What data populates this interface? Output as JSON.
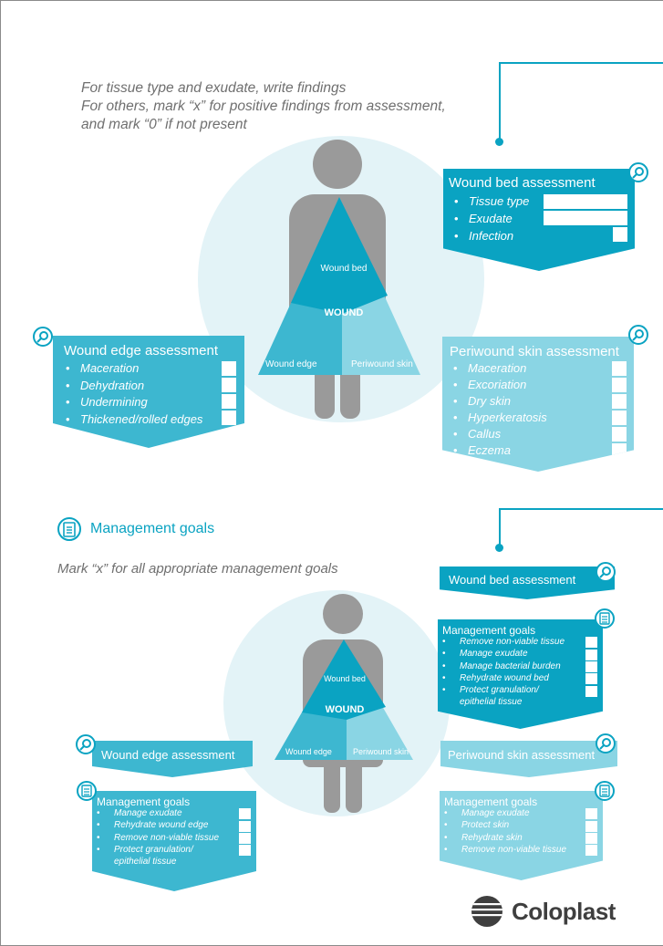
{
  "instructions": {
    "line1": "For tissue type and exudate, write findings",
    "line2": "For others, mark “x” for positive findings from assessment,",
    "line3": "and mark “0” if not present"
  },
  "diagram1": {
    "wound_bed": "Wound bed",
    "wound": "WOUND",
    "wound_edge": "Wound edge",
    "periwound_skin": "Periwound skin"
  },
  "wound_bed_panel": {
    "title": "Wound bed assessment",
    "items": [
      "Tissue type",
      "Exudate",
      "Infection"
    ]
  },
  "wound_edge_panel": {
    "title": "Wound edge assessment",
    "items": [
      "Maceration",
      "Dehydration",
      "Undermining",
      "Thickened/rolled edges"
    ]
  },
  "periwound_panel": {
    "title": "Periwound skin assessment",
    "items": [
      "Maceration",
      "Excoriation",
      "Dry skin",
      "Hyperkeratosis",
      "Callus",
      "Eczema"
    ]
  },
  "management": {
    "heading": "Management goals",
    "instruction": "Mark “x” for all appropriate management goals"
  },
  "diagram2": {
    "wound_bed": "Wound bed",
    "wound": "WOUND",
    "wound_edge": "Wound edge",
    "periwound_skin": "Periwound skin"
  },
  "mg_bed": {
    "header": "Wound bed assessment",
    "title": "Management goals",
    "items": [
      "Remove non-viable tissue",
      "Manage exudate",
      "Manage bacterial burden",
      "Rehydrate wound bed",
      "Protect granulation/",
      "epithelial tissue"
    ]
  },
  "mg_edge": {
    "header": "Wound edge assessment",
    "title": "Management goals",
    "items": [
      "Manage exudate",
      "Rehydrate wound edge",
      "Remove non-viable tissue",
      "Protect granulation/",
      "epithelial tissue"
    ]
  },
  "mg_periwound": {
    "header": "Periwound skin assessment",
    "title": "Management goals",
    "items": [
      "Manage exudate",
      "Protect skin",
      "Rehydrate skin",
      "Remove non-viable tissue"
    ]
  },
  "brand": {
    "name": "Coloplast"
  },
  "colors": {
    "dark": "#0aa3c2",
    "mid": "#3db7d0",
    "light": "#8ad5e4",
    "circle": "#e3f3f7",
    "figure": "#9a9a9a"
  }
}
